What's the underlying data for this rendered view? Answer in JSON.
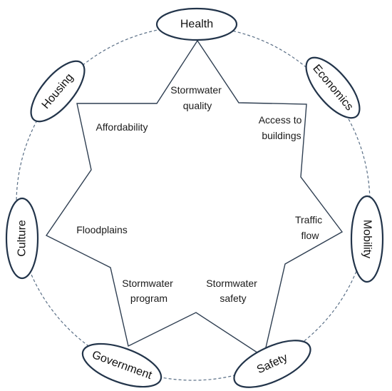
{
  "nodes": [
    {
      "id": "health",
      "label": "Health"
    },
    {
      "id": "economics",
      "label": "Economics"
    },
    {
      "id": "mobility",
      "label": "Mobility"
    },
    {
      "id": "safety",
      "label": "Safety"
    },
    {
      "id": "government",
      "label": "Government"
    },
    {
      "id": "culture",
      "label": "Culture"
    },
    {
      "id": "housing",
      "label": "Housing"
    }
  ],
  "inner_labels": {
    "stormwater_quality": [
      "Stormwater",
      "quality"
    ],
    "access_to_buildings": [
      "Access to",
      "buildings"
    ],
    "affordability": [
      "Affordability"
    ],
    "traffic_flow": [
      "Traffic",
      "flow"
    ],
    "floodplains": [
      "Floodplains"
    ],
    "stormwater_program": [
      "Stormwater",
      "program"
    ],
    "stormwater_safety": [
      "Stormwater",
      "safety"
    ]
  }
}
